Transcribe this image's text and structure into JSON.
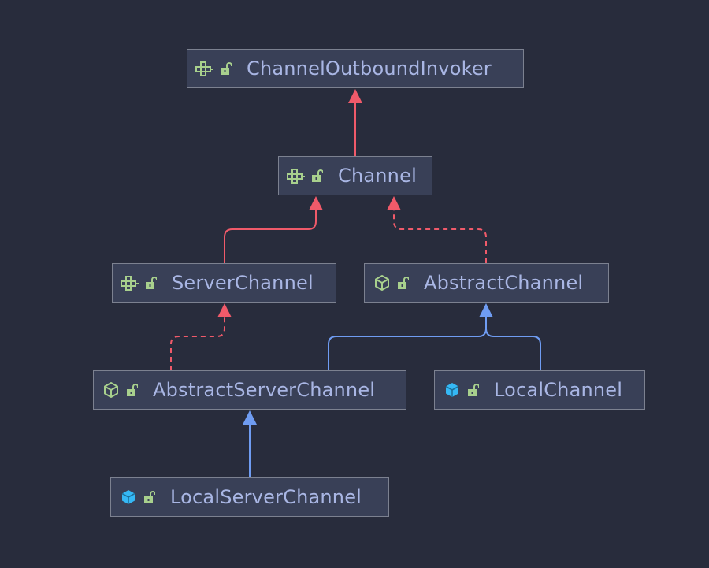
{
  "diagram": {
    "title": "",
    "colors": {
      "background": "#282c3c",
      "node_fill": "#394057",
      "node_border": "#7c8190",
      "label": "#a9b6e4",
      "interface_extends_edge": "#f05a6a",
      "class_extends_edge": "#6f9cf2",
      "interface_icon": "#a8d08d",
      "abstract_class_icon": "#a8d08d",
      "class_icon": "#35b8f5",
      "access_icon": "#a8d08d"
    },
    "nodes": [
      {
        "id": "ChannelOutboundInvoker",
        "label": "ChannelOutboundInvoker",
        "kind": "interface",
        "kind_icon": "interface-icon",
        "access_icon": "unlocked-icon"
      },
      {
        "id": "Channel",
        "label": "Channel",
        "kind": "interface",
        "kind_icon": "interface-icon",
        "access_icon": "unlocked-icon"
      },
      {
        "id": "ServerChannel",
        "label": "ServerChannel",
        "kind": "interface",
        "kind_icon": "interface-icon",
        "access_icon": "unlocked-icon"
      },
      {
        "id": "AbstractChannel",
        "label": "AbstractChannel",
        "kind": "abstract-class",
        "kind_icon": "abstract-class-icon",
        "access_icon": "unlocked-icon"
      },
      {
        "id": "AbstractServerChannel",
        "label": "AbstractServerChannel",
        "kind": "abstract-class",
        "kind_icon": "abstract-class-icon",
        "access_icon": "unlocked-icon"
      },
      {
        "id": "LocalChannel",
        "label": "LocalChannel",
        "kind": "class",
        "kind_icon": "class-icon",
        "access_icon": "unlocked-icon"
      },
      {
        "id": "LocalServerChannel",
        "label": "LocalServerChannel",
        "kind": "class",
        "kind_icon": "class-icon",
        "access_icon": "unlocked-icon"
      }
    ],
    "edges": [
      {
        "from": "Channel",
        "to": "ChannelOutboundInvoker",
        "type": "interface-extends",
        "style": "solid"
      },
      {
        "from": "ServerChannel",
        "to": "Channel",
        "type": "interface-extends",
        "style": "solid"
      },
      {
        "from": "AbstractChannel",
        "to": "Channel",
        "type": "implements",
        "style": "dashed"
      },
      {
        "from": "AbstractServerChannel",
        "to": "ServerChannel",
        "type": "implements",
        "style": "dashed"
      },
      {
        "from": "AbstractServerChannel",
        "to": "AbstractChannel",
        "type": "class-extends",
        "style": "solid"
      },
      {
        "from": "LocalChannel",
        "to": "AbstractChannel",
        "type": "class-extends",
        "style": "solid"
      },
      {
        "from": "LocalServerChannel",
        "to": "AbstractServerChannel",
        "type": "class-extends",
        "style": "solid"
      }
    ]
  }
}
